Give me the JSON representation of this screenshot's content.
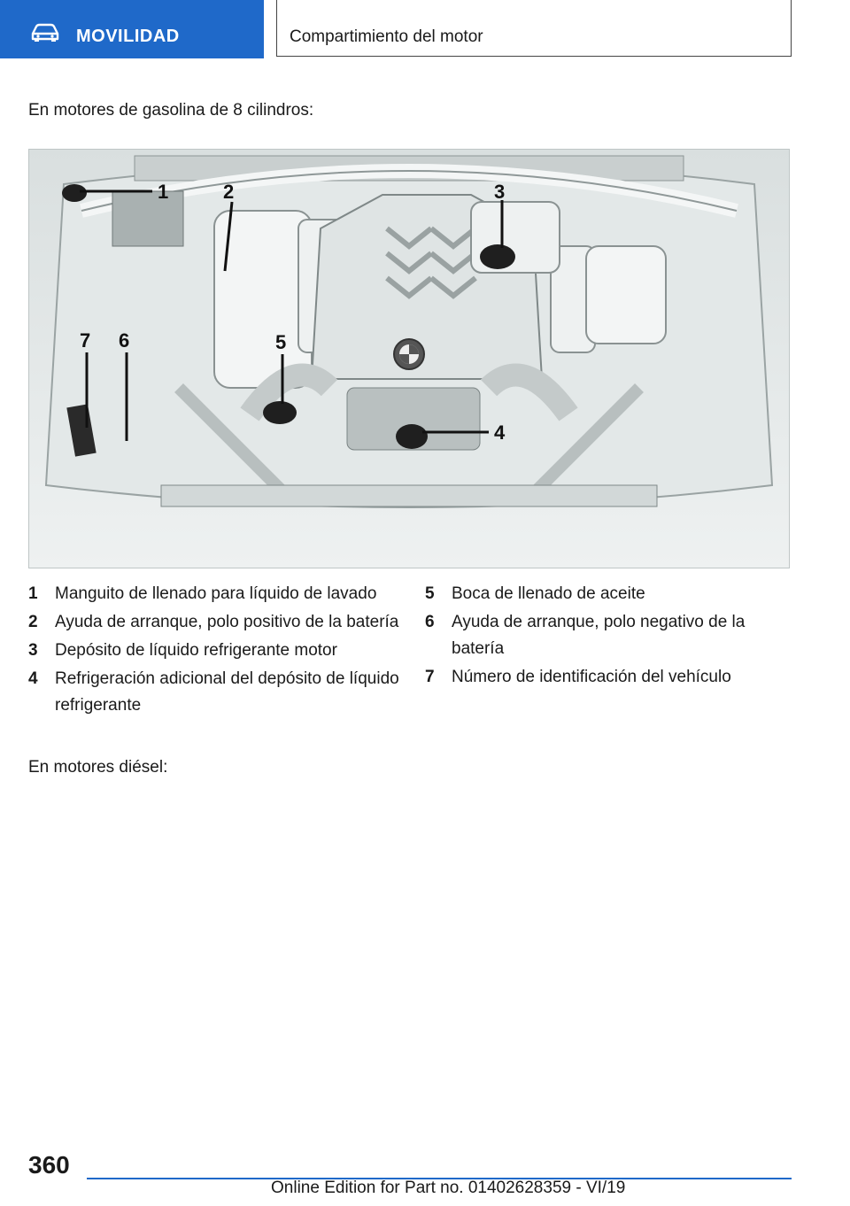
{
  "header": {
    "section_label": "MOVILIDAD",
    "section_icon": "car-icon",
    "chapter_title": "Compartimiento del motor",
    "accent_color": "#1f69c9"
  },
  "intro": "En motores de gasolina de 8 cilindros:",
  "figure": {
    "callouts": [
      "1",
      "2",
      "3",
      "4",
      "5",
      "6",
      "7"
    ]
  },
  "legend": [
    {
      "num": "1",
      "text": "Manguito de llenado para líquido de lavado"
    },
    {
      "num": "2",
      "text": "Ayuda de arranque, polo positivo de la batería"
    },
    {
      "num": "3",
      "text": "Depósito de líquido refrigerante motor"
    },
    {
      "num": "4",
      "text": "Refrigeración adicional del depósito de líquido refrigerante"
    },
    {
      "num": "5",
      "text": "Boca de llenado de aceite"
    },
    {
      "num": "6",
      "text": "Ayuda de arranque, polo negativo de la batería"
    },
    {
      "num": "7",
      "text": "Número de identificación del vehículo"
    }
  ],
  "diesel": "En motores diésel:",
  "footer": {
    "page_number": "360",
    "edition": "Online Edition for Part no. 01402628359 - VI/19"
  }
}
